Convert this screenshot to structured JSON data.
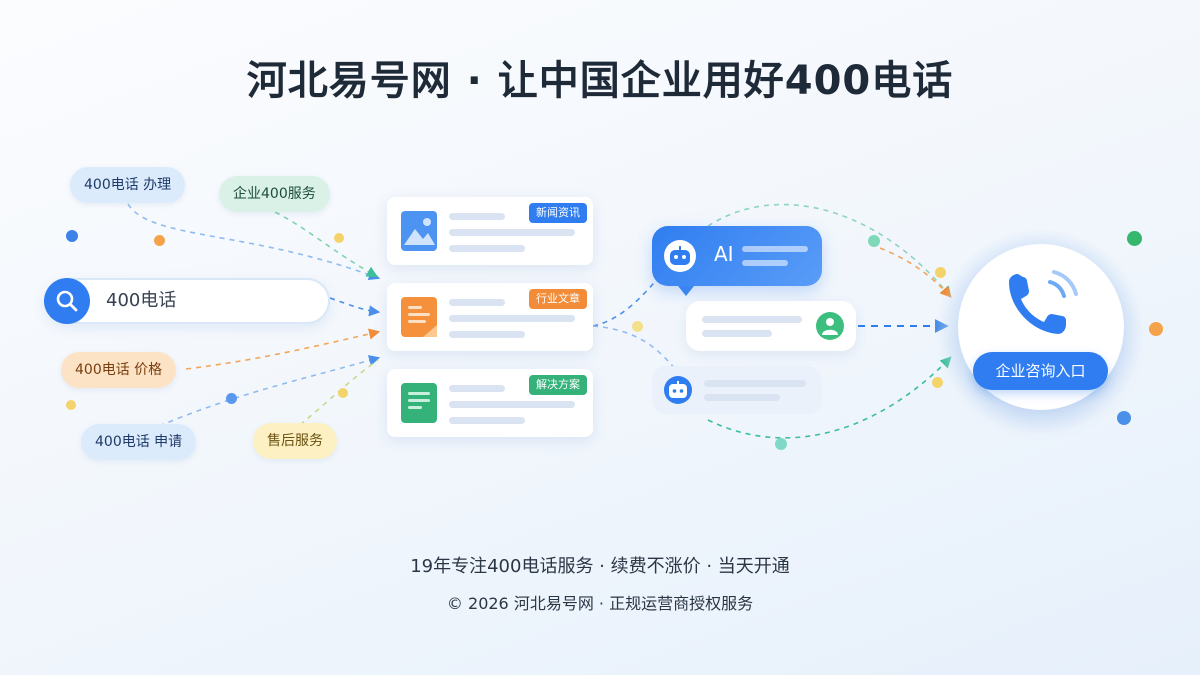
{
  "headline": "河北易号网 · 让中国企业用好400电话",
  "keywords": [
    {
      "label": "400电话 办理"
    },
    {
      "label": "企业400服务"
    },
    {
      "label": "400电话 价格"
    },
    {
      "label": "400电话 申请"
    },
    {
      "label": "售后服务"
    }
  ],
  "search": {
    "query": "400电话",
    "icon": "search-icon"
  },
  "cards": [
    {
      "tag": "新闻资讯",
      "icon": "image-icon",
      "accent": "#2f7df0"
    },
    {
      "tag": "行业文章",
      "icon": "document-icon",
      "accent": "#f28c38"
    },
    {
      "tag": "解决方案",
      "icon": "document-icon",
      "accent": "#34b27a"
    }
  ],
  "chat": {
    "ai_label": "AI",
    "bot_icon": "robot-icon",
    "user_icon": "user-icon"
  },
  "contact": {
    "button_label": "企业咨询入口",
    "icon": "phone-icon"
  },
  "footer": {
    "line1": "19年专注400电话服务 · 续费不涨价 · 当天开通",
    "line2": "© 2026 河北易号网 · 正规运营商授权服务"
  },
  "colors": {
    "primary": "#2f7df0",
    "orange": "#f28c38",
    "green": "#34b27a"
  }
}
